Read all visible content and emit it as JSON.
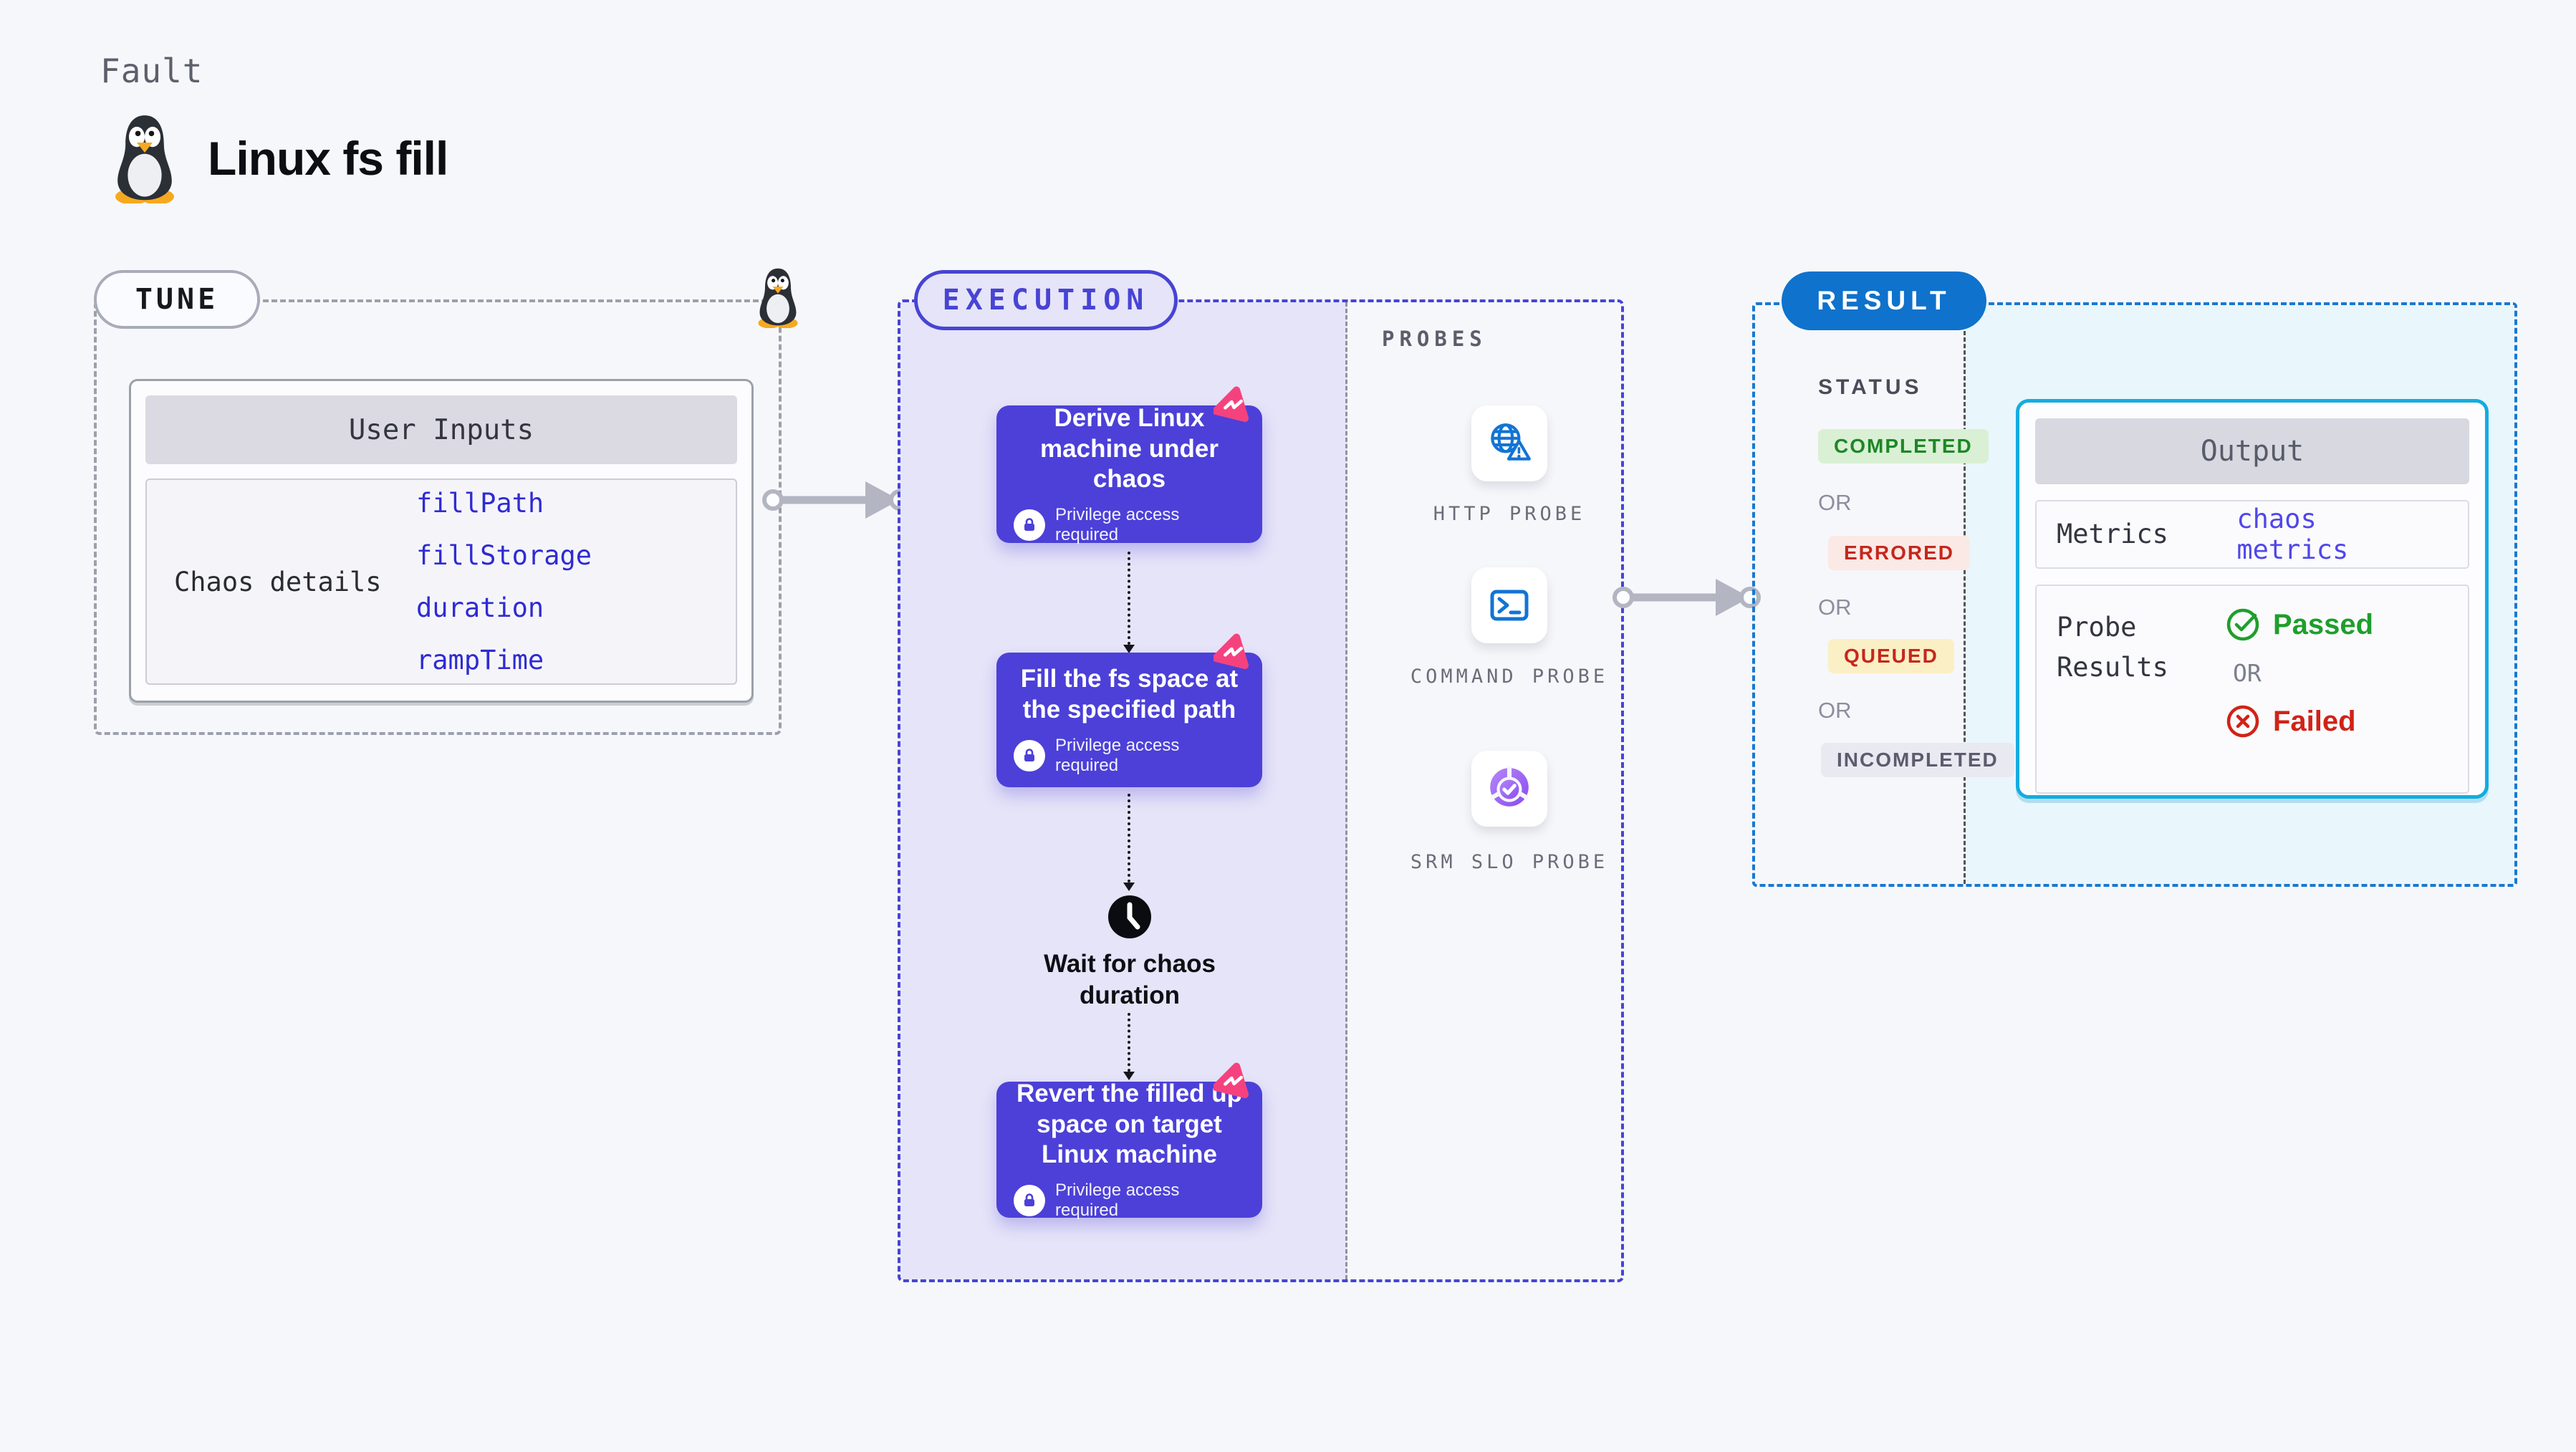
{
  "header": {
    "fault_label": "Fault",
    "title": "Linux fs fill",
    "icon": "tux-penguin-icon"
  },
  "tune": {
    "badge": "TUNE",
    "user_inputs": {
      "title": "User Inputs",
      "row_label": "Chaos details",
      "links": [
        "fillPath",
        "fillStorage",
        "duration",
        "rampTime"
      ]
    }
  },
  "execution": {
    "badge": "EXECUTION",
    "steps": [
      {
        "title": "Derive Linux machine under chaos",
        "note": "Privilege access required"
      },
      {
        "title": "Fill the fs space at the specified path",
        "note": "Privilege access required"
      },
      {
        "title": "Revert the filled up space on target Linux machine",
        "note": "Privilege access required"
      }
    ],
    "wait_label": "Wait for chaos duration"
  },
  "probes": {
    "label": "PROBES",
    "items": [
      {
        "label": "HTTP PROBE",
        "icon": "globe-alert-icon"
      },
      {
        "label": "COMMAND PROBE",
        "icon": "terminal-icon"
      },
      {
        "label": "SRM SLO PROBE",
        "icon": "slo-donut-icon"
      }
    ]
  },
  "result": {
    "badge": "RESULT",
    "status": {
      "label": "STATUS",
      "separator": "OR",
      "options": [
        {
          "label": "COMPLETED",
          "bg": "#D9F0D4",
          "fg": "#1D8727"
        },
        {
          "label": "ERRORED",
          "bg": "#FBE9E6",
          "fg": "#C5271C"
        },
        {
          "label": "QUEUED",
          "bg": "#FBEFC5",
          "fg": "#C5271C"
        },
        {
          "label": "INCOMPLETED",
          "bg": "#E9E9F1",
          "fg": "#5C5C6E"
        }
      ]
    },
    "output": {
      "title": "Output",
      "metrics_label": "Metrics",
      "metrics_link": "chaos metrics",
      "probe_results_label": "Probe Results",
      "or": "OR",
      "passed": "Passed",
      "failed": "Failed"
    }
  },
  "colors": {
    "page_bg": "#F6F7FA",
    "execution_panel": "#E6E4F8",
    "execution_border": "#4744D4",
    "step_bg": "#4C40D8",
    "chaos_flag_pink": "#F5427E",
    "tune_border": "#9CA0AC",
    "result_border": "#1878D2",
    "result_badge_bg": "#0F72CC",
    "output_border": "#14ACE0",
    "output_ambient": "#E9F6FC",
    "probe_icon_blue": "#1274D4",
    "link_blue": "#2F2BD3",
    "passed_green": "#1F9E2C",
    "failed_red": "#D02318"
  }
}
